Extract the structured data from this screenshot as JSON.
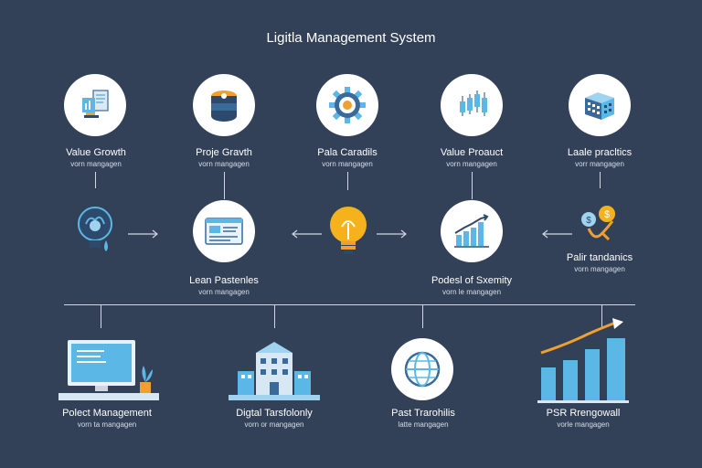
{
  "title": "Ligitla Management System",
  "row1": [
    {
      "label": "Value Growth",
      "sub": "vorn mangagen",
      "icon": "document-chart-icon"
    },
    {
      "label": "Proje Gravth",
      "sub": "vorn mangagen",
      "icon": "database-stack-icon"
    },
    {
      "label": "Pala Caradils",
      "sub": "vorn mangagen",
      "icon": "gear-icon"
    },
    {
      "label": "Value Proauct",
      "sub": "vorn mangagen",
      "icon": "candlestick-chart-icon"
    },
    {
      "label": "Laale pracltics",
      "sub": "vorr mangagen",
      "icon": "server-blocks-icon"
    }
  ],
  "row2": [
    {
      "label": "",
      "sub": "",
      "icon": "head-brain-icon"
    },
    {
      "label": "Lean Pastenles",
      "sub": "vorn mangagen",
      "icon": "dashboard-window-icon"
    },
    {
      "label": "",
      "sub": "",
      "icon": "lightbulb-icon"
    },
    {
      "label": "Podesl of Sxemity",
      "sub": "vorn le mangagen",
      "icon": "bar-chart-icon"
    },
    {
      "label": "Palir tandanics",
      "sub": "vorn mangagen",
      "icon": "coins-flow-icon"
    }
  ],
  "row3": [
    {
      "label": "Polect Management",
      "sub": "vorn ta mangagen",
      "icon": "monitor-plant-icon"
    },
    {
      "label": "Digtal Tarsfolonly",
      "sub": "vorn or mangagen",
      "icon": "city-buildings-icon"
    },
    {
      "label": "Past Trarohilis",
      "sub": "latte mangagen",
      "icon": "globe-icon"
    },
    {
      "label": "PSR Rrengowall",
      "sub": "vorle mangagen",
      "icon": "growth-bars-icon"
    }
  ],
  "colors": {
    "background": "#324158",
    "accent_blue": "#5bb8e6",
    "accent_orange": "#f0a030",
    "line": "#cfd6e1"
  }
}
